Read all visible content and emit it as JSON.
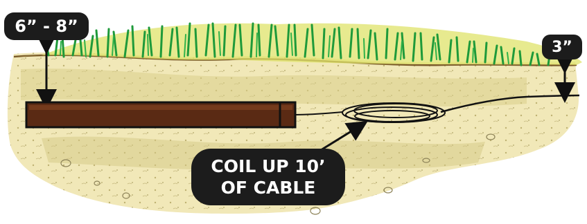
{
  "labels": {
    "burial_depth": "6” - 8”",
    "cable_depth": "3”",
    "coil_line1": "COIL UP 10’",
    "coil_line2": "OF CABLE"
  },
  "colors": {
    "soil_light": "#f4eec4",
    "soil_dark": "#d9cf8f",
    "grass_green": "#1e9a3a",
    "grass_yellow": "#d7df5a",
    "pipe_brown": "#5a2a14",
    "label_background": "#1c1c1c",
    "label_text": "#ffffff"
  },
  "icons": [
    "depth-arrow-icon",
    "pointer-arrow-icon"
  ]
}
